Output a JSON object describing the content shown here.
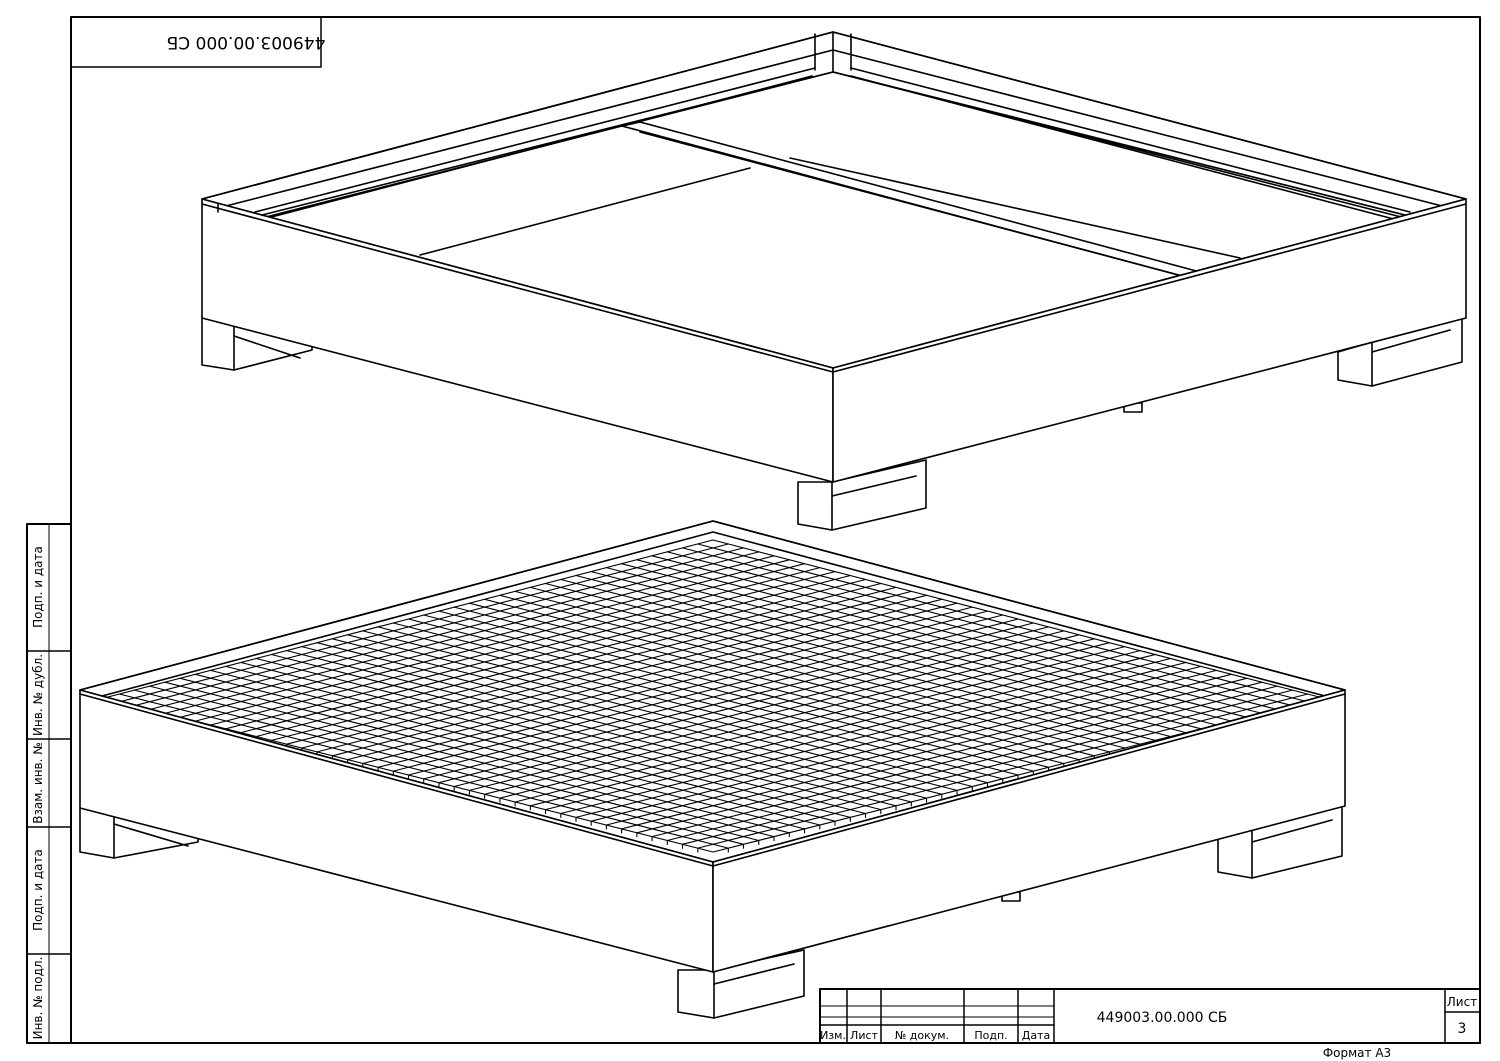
{
  "title_block": {
    "designation": "449003.00.000 СБ",
    "mirrored_designation": "449003.00.000 СБ",
    "sheet_label": "Лист",
    "sheet_number": "3",
    "format": "Формат  А3",
    "columns": {
      "izm": "Изм.",
      "list": "Лист",
      "doc": "№ докум.",
      "sign": "Подп.",
      "date": "Дата"
    }
  },
  "side_stamp": {
    "podp_date_top": "Подп. и дата",
    "inv_dubl": "Инв. № дубл.",
    "vzam_inv": "Взам. инв. №",
    "podp_date_bottom": "Подп. и дата",
    "inv_podl": "Инв. № подл."
  },
  "colors": {
    "line": "#000000",
    "background": "#ffffff"
  }
}
